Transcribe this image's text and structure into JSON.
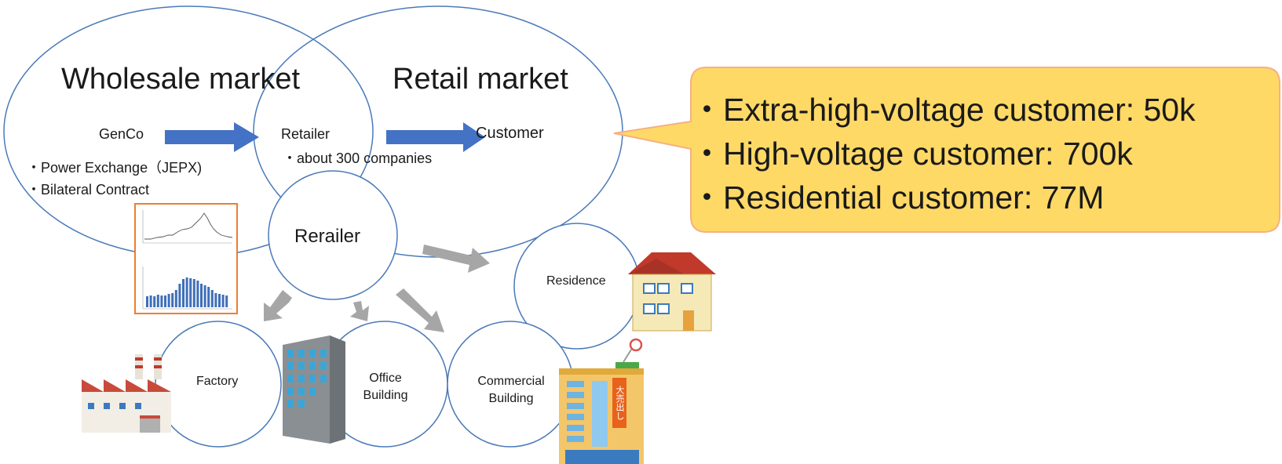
{
  "markets": {
    "wholesale_label": "Wholesale market",
    "retail_label": "Retail market"
  },
  "nodes": {
    "genco": "GenCo",
    "retailer": "Retailer",
    "retailer_note": "・about 300 companies",
    "customer": "Customer",
    "rerailer": "Rerailer"
  },
  "wholesale_channels": [
    "・Power Exchange（JEPX)",
    "・Bilateral Contract"
  ],
  "callout": {
    "lines": [
      "・Extra-high-voltage customer: 50k",
      "・High-voltage customer: 700k",
      "・Residential customer: 77M"
    ]
  },
  "customers": {
    "residence": "Residence",
    "factory": "Factory",
    "office_line1": "Office",
    "office_line2": "Building",
    "commercial_line1": "Commercial",
    "commercial_line2": "Building"
  },
  "store_sign": "大売出し",
  "colors": {
    "circle_stroke": "#4a7ab8",
    "arrow_blue": "#4472c4",
    "arrow_gray": "#a6a6a6",
    "callout_fill": "#ffd966",
    "callout_stroke": "#f4b183",
    "thumbnail_border": "#ed7d31"
  },
  "icons": [
    "factory-icon",
    "office-building-icon",
    "residence-icon",
    "commercial-building-icon",
    "market-chart-thumbnail"
  ]
}
